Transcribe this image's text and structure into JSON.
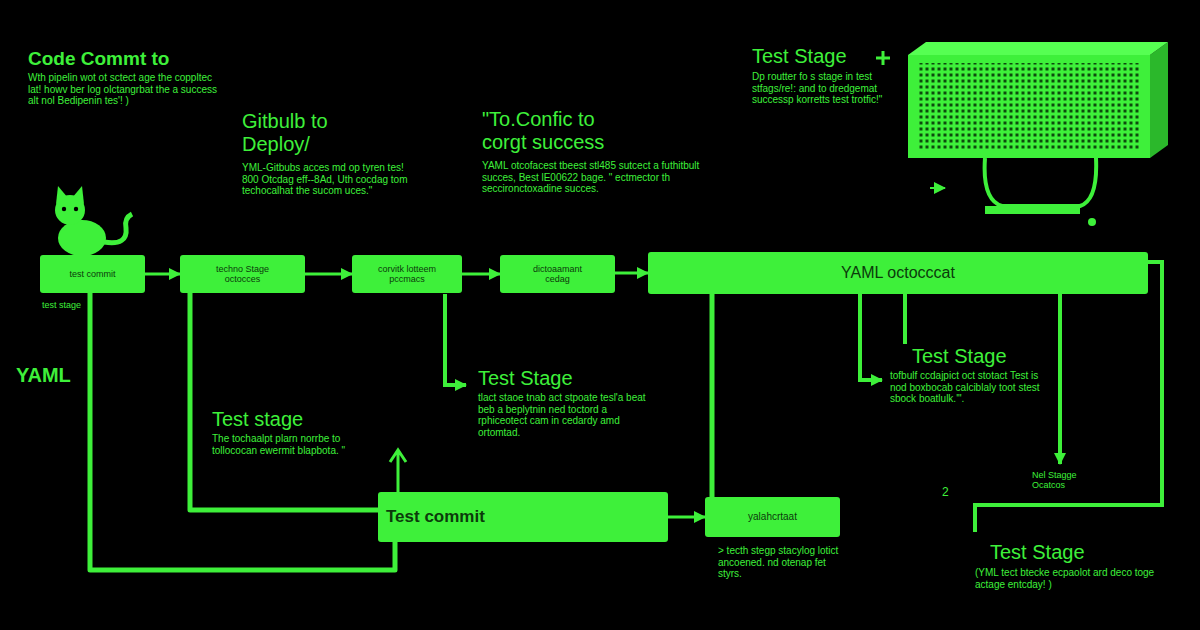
{
  "diagram": {
    "nodes": [
      {
        "text": [
          "test commit"
        ]
      },
      {
        "text": [
          "techno Stage",
          "octocces"
        ]
      },
      {
        "text": [
          "corvitk lotteem",
          "pccmacs"
        ]
      },
      {
        "text": [
          "dictoaamant",
          "cedag"
        ]
      },
      {
        "text": [
          "YAML octocccat"
        ]
      },
      {
        "text": [
          "Test commit"
        ]
      },
      {
        "text": [
          "yalahcrtaat"
        ]
      }
    ],
    "edges": [
      {
        "from": 0,
        "to": 1,
        "arrow": "to"
      },
      {
        "from": 1,
        "to": 2,
        "arrow": "to"
      },
      {
        "from": 2,
        "to": 3,
        "arrow": "to"
      },
      {
        "from": 3,
        "to": 4,
        "arrow": "to"
      },
      {
        "from": 0,
        "to": 5,
        "arrow": "none"
      },
      {
        "from": 1,
        "to": 5,
        "arrow": "none"
      },
      {
        "from": 5,
        "to": 6,
        "arrow": "to"
      },
      {
        "from": 4,
        "to": 6,
        "arrow": "none"
      }
    ],
    "labels": [
      "Code Commt to",
      "Wth pipelin wot ot sctect age the coppltec lat! howv ber log olctangrbat the a success alt nol Bedipenin tes'! )",
      "Gitbulb to Deploy/",
      "YML-Gitbubs acces md op tyren tes! 800 Otcdag eff--8Ad, Uth cocdag tom techocalhat the sucom uces.\"",
      "\"To.Confic to corgt success",
      "YAML otcofacest tbeest stl485 sutcect a futhitbult succes, Best lE00622 bage. \" ectmector th seccironctoxadine succes.",
      "Test Stage",
      "Dp routter fo s stage in test stfags/re!: and to dredgemat successp korretts test trotfic!\"",
      "test stage",
      "YAML",
      "Test stage",
      "The tochaalpt plarn norrbe to tollococan ewermit blapbota. \"",
      "Test Stage",
      "tlact staoe tnab act stpoate tesl'a beat beb a beplytnin ned toctord a rphiceotect cam in cedardy amd ortomtad.",
      "Test Stage",
      "tofbulf ccdajpict oct stotact Test is nod boxbocab calciblaly toot stest sbock boatlulk.'\".",
      "Nel Stagge Ocatcos",
      "2",
      "> tecth stegp stacylog lotict ancoened. nd otenap fet styrs.",
      "Test Stage",
      "(YML tect btecke ecpaolot ard deco toge actage entcday! )"
    ]
  }
}
